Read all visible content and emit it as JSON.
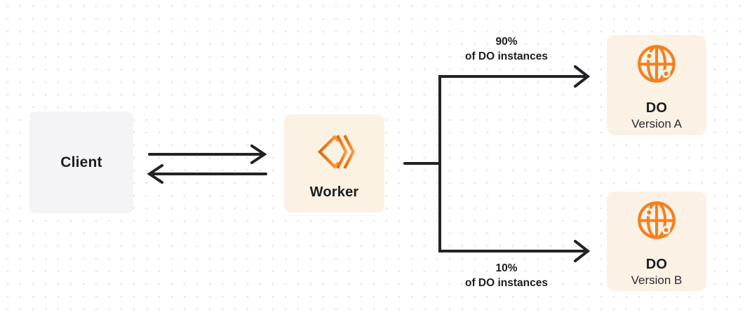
{
  "diagram": {
    "client": {
      "label": "Client"
    },
    "worker": {
      "label": "Worker",
      "icon": "cloudflare-workers-icon"
    },
    "do_version_a": {
      "title": "DO",
      "subtitle": "Version A",
      "icon": "globe-icon"
    },
    "do_version_b": {
      "title": "DO",
      "subtitle": "Version B",
      "icon": "globe-icon"
    },
    "branches": {
      "top": {
        "percent": "90%",
        "caption": "of DO instances"
      },
      "bottom": {
        "percent": "10%",
        "caption": "of DO instances"
      }
    },
    "colors": {
      "orange": "#f6821f",
      "card_cream": "#fcf2e3",
      "client_gray": "#f4f4f6",
      "line": "#222226",
      "text": "#1d1d1f",
      "dot_grid": "#e4e4e7"
    }
  }
}
